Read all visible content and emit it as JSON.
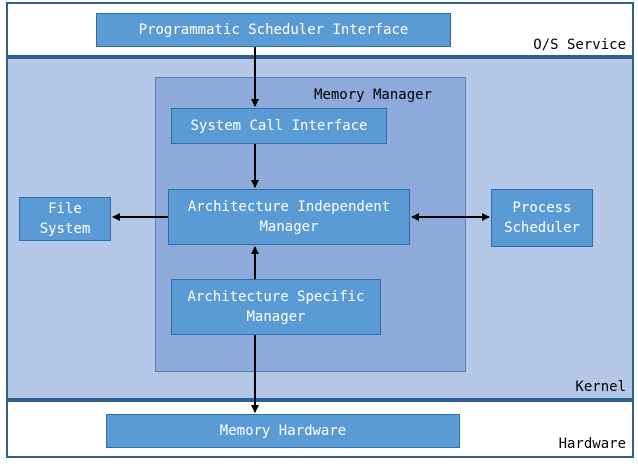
{
  "layers": {
    "os_service": "O/S Service",
    "kernel": "Kernel",
    "hardware": "Hardware"
  },
  "memory_manager": {
    "title": "Memory Manager",
    "system_call_interface": "System Call Interface",
    "arch_independent": "Architecture Independent\nManager",
    "arch_specific": "Architecture Specific\nManager"
  },
  "boxes": {
    "programmatic_scheduler": "Programmatic Scheduler Interface",
    "file_system": "File\nSystem",
    "process_scheduler": "Process\nScheduler",
    "memory_hardware": "Memory Hardware"
  },
  "colors": {
    "box_fill": "#5b9bd5",
    "kernel_fill": "#b4c7e7",
    "memory_manager_fill": "#8eaadb",
    "arrow": "#000000"
  }
}
